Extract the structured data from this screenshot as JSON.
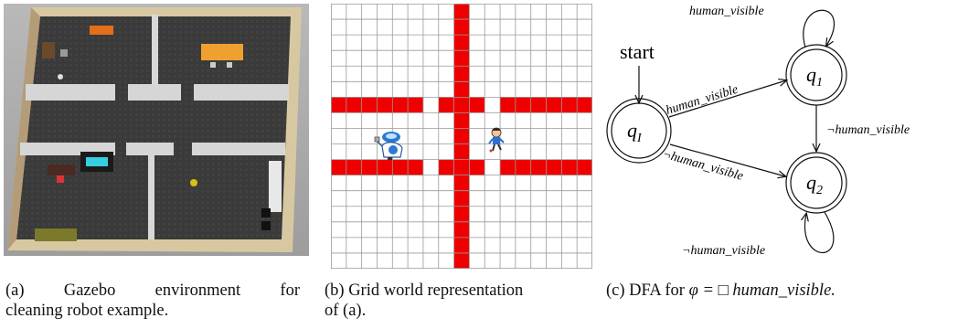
{
  "captions": {
    "a": {
      "tag": "(a)",
      "words": [
        "Gazebo",
        "environment",
        "for"
      ],
      "line2": "cleaning robot example."
    },
    "b": {
      "line1": "(b) Grid world representation",
      "line2": "of (a)."
    },
    "c": {
      "prefix": "(c) DFA for",
      "formula": "φ = □ human_visible."
    }
  },
  "dfa": {
    "start_label": "start",
    "states": {
      "qI": "q",
      "qI_sub": "I",
      "q1": "q",
      "q1_sub": "1",
      "q2": "q",
      "q2_sub": "2"
    },
    "edges": {
      "q1_self": "human_visible",
      "qI_q1": "human_visible",
      "q1_q2": "¬human_visible",
      "qI_q2": "¬human_visible",
      "q2_self": "¬human_visible"
    }
  },
  "grid": {
    "rows": 17,
    "cols": 17,
    "obstacle_color": "#ee0000",
    "icons": [
      "robot-icon",
      "person-icon"
    ]
  },
  "colors": {
    "grid_line": "#9a9a9a",
    "obstacle": "#ee0000",
    "accent_furniture": "#f0a030"
  }
}
